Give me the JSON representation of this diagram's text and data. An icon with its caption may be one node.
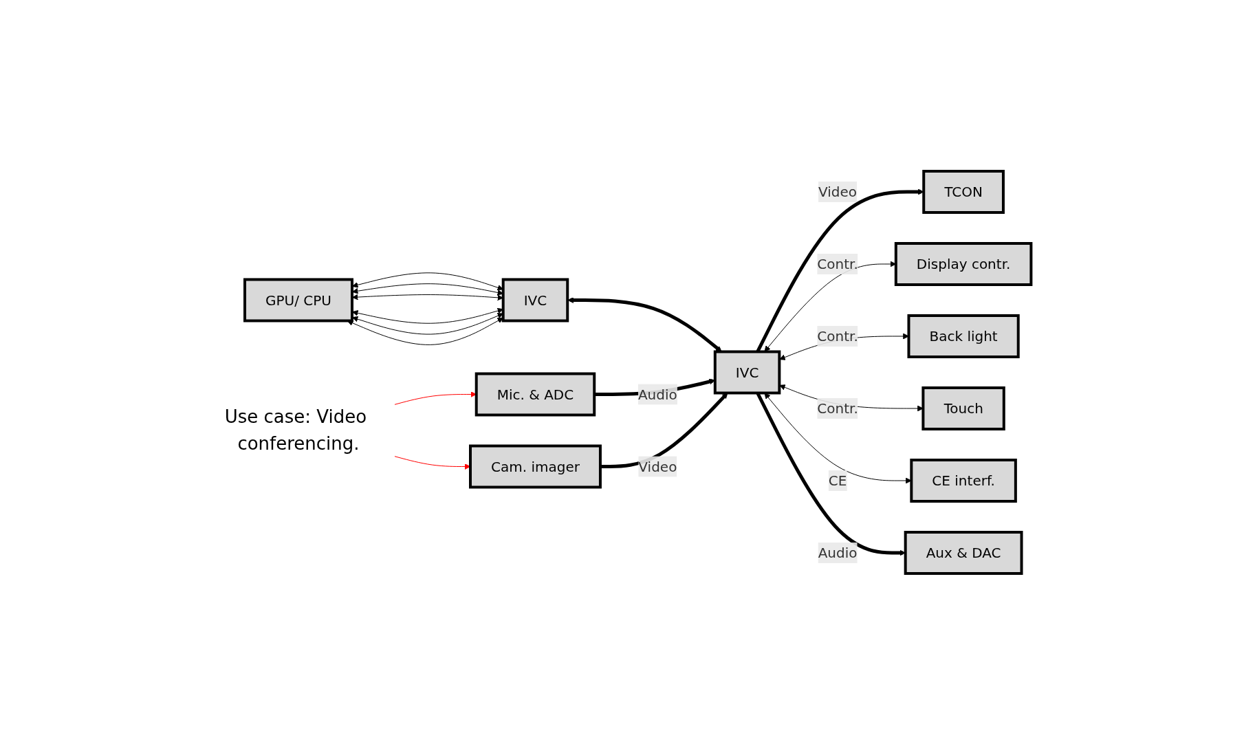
{
  "diagram": {
    "nodes": [
      {
        "text": [
          "GPU/ CPU"
        ]
      },
      {
        "text": [
          "IVC"
        ]
      },
      {
        "text": [
          "IVC"
        ]
      },
      {
        "text": [
          "TCON"
        ]
      },
      {
        "text": [
          "Display contr."
        ]
      },
      {
        "text": [
          "Back light"
        ]
      },
      {
        "text": [
          "Touch"
        ]
      },
      {
        "text": [
          "CE interf."
        ]
      },
      {
        "text": [
          "Mic. & ADC"
        ]
      },
      {
        "text": [
          "Aux & DAC"
        ]
      },
      {
        "text": [
          "Cam. imager"
        ]
      },
      {
        "text": [
          "Use case: Video conferencing."
        ]
      }
    ],
    "edges": [
      {
        "from": 0,
        "to": 1,
        "arrow": "both"
      },
      {
        "from": 0,
        "to": 1,
        "arrow": "both"
      },
      {
        "from": 0,
        "to": 1,
        "arrow": "both"
      },
      {
        "from": 0,
        "to": 1,
        "arrow": "both"
      },
      {
        "from": 0,
        "to": 1,
        "arrow": "both"
      },
      {
        "from": 0,
        "to": 1,
        "arrow": "both"
      },
      {
        "from": 1,
        "to": 2,
        "arrow": "both",
        "style": "thick"
      },
      {
        "from": 2,
        "to": 3,
        "arrow": "to",
        "label": "Video",
        "style": "thick"
      },
      {
        "from": 2,
        "to": 4,
        "arrow": "both",
        "label": "Contr."
      },
      {
        "from": 2,
        "to": 5,
        "arrow": "both",
        "label": "Contr."
      },
      {
        "from": 2,
        "to": 6,
        "arrow": "both",
        "label": "Contr."
      },
      {
        "from": 2,
        "to": 7,
        "arrow": "both",
        "label": "CE"
      },
      {
        "from": 8,
        "to": 2,
        "arrow": "to",
        "label": "Audio",
        "style": "thick"
      },
      {
        "from": 2,
        "to": 9,
        "arrow": "to",
        "label": "Audio",
        "style": "thick"
      },
      {
        "from": 10,
        "to": 2,
        "arrow": "to",
        "label": "Video",
        "style": "thick"
      },
      {
        "from": 11,
        "to": 8,
        "arrow": "to",
        "color": "#ff0000"
      },
      {
        "from": 11,
        "to": 10,
        "arrow": "to",
        "color": "#ff0000"
      }
    ]
  }
}
